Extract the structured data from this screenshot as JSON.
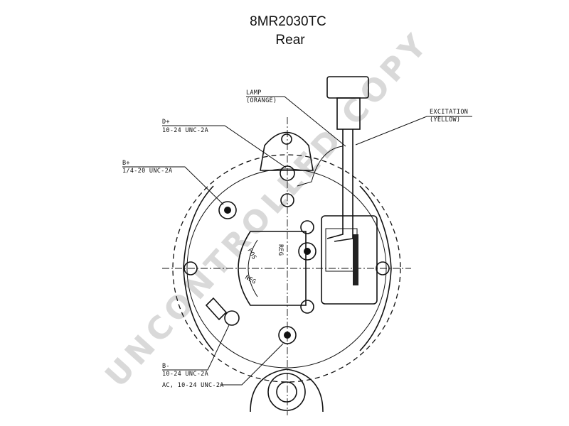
{
  "header": {
    "part_number": "8MR2030TC",
    "view": "Rear"
  },
  "callouts": {
    "lamp": [
      "LAMP",
      "(ORANGE)"
    ],
    "excitation": [
      "EXCITATION",
      "(YELLOW)"
    ],
    "d_plus": [
      "D+",
      "10-24 UNC-2A"
    ],
    "b_plus": [
      "B+",
      "1/4-20 UNC-2A"
    ],
    "b_minus": [
      "B-",
      "10-24 UNC-2A"
    ],
    "ac": [
      "AC, 10-24 UNC-2A"
    ]
  },
  "inner_marks": {
    "pos": "POS",
    "neg": "NEG",
    "reg": "REG"
  },
  "watermark": "UNCONTROLLED COPY"
}
